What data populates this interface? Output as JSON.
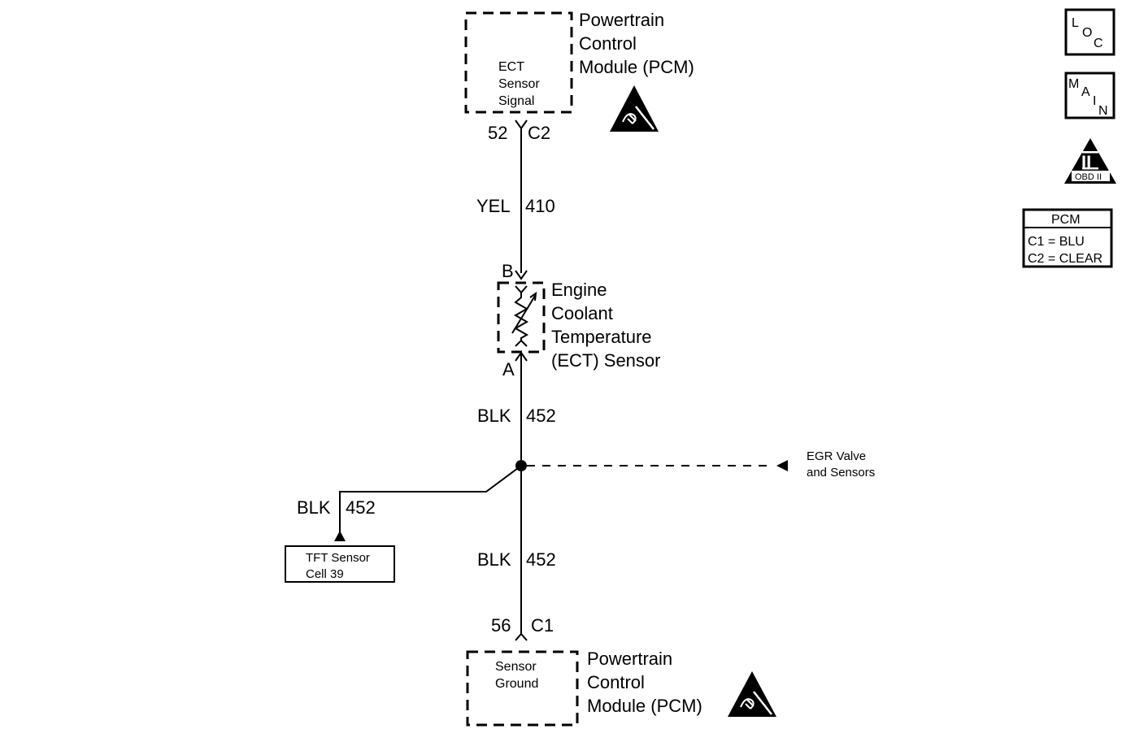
{
  "pcm_top": {
    "title": [
      "Powertrain",
      "Control",
      "Module (PCM)"
    ],
    "signal": [
      "ECT",
      "Sensor",
      "Signal"
    ],
    "pin": "52",
    "connector": "C2"
  },
  "wire_top": {
    "color": "YEL",
    "circuit": "410"
  },
  "ect_sensor": {
    "title": [
      "Engine",
      "Coolant",
      "Temperature",
      "(ECT) Sensor"
    ],
    "terminal_b": "B",
    "terminal_a": "A"
  },
  "wire_mid": {
    "color": "BLK",
    "circuit": "452"
  },
  "wire_left": {
    "color": "BLK",
    "circuit": "452"
  },
  "wire_bottom": {
    "color": "BLK",
    "circuit": "452"
  },
  "egr_ref": [
    "EGR Valve",
    "and Sensors"
  ],
  "tft_ref": [
    "TFT Sensor",
    "Cell 39"
  ],
  "pcm_bottom": {
    "title": [
      "Powertrain",
      "Control",
      "Module (PCM)"
    ],
    "signal": [
      "Sensor",
      "Ground"
    ],
    "pin": "56",
    "connector": "C1"
  },
  "legend": {
    "loc": [
      "L",
      "O",
      "C"
    ],
    "main": [
      "M",
      "A",
      "I",
      "N"
    ],
    "obd": {
      "numeral": "II",
      "label": "OBD II"
    },
    "pcm_table": {
      "header": "PCM",
      "rows": [
        "C1 = BLU",
        "C2 = CLEAR"
      ]
    }
  }
}
